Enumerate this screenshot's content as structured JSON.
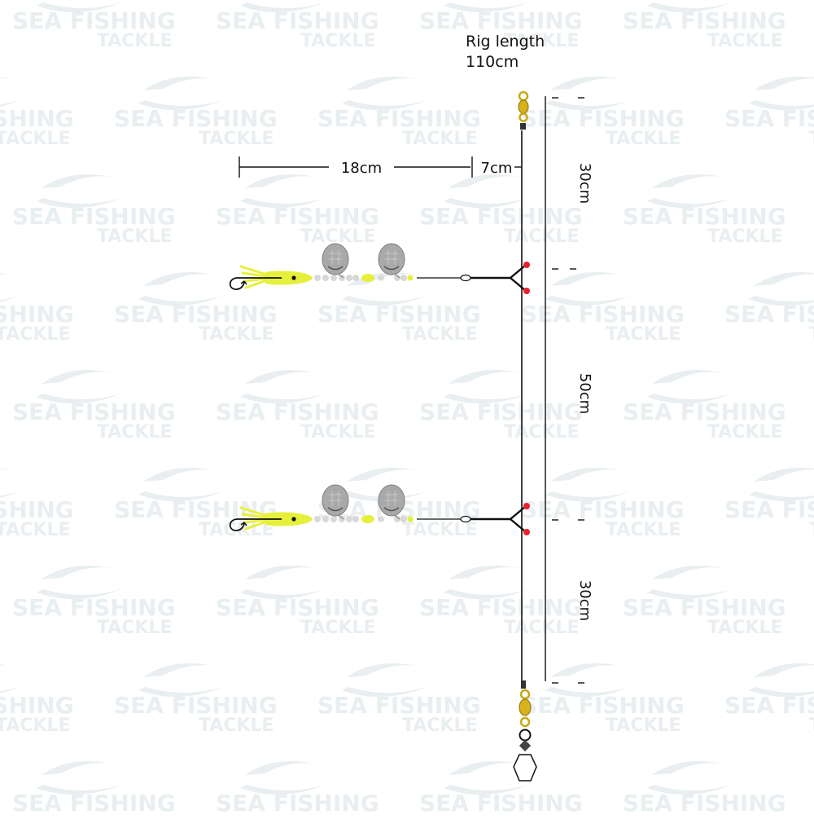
{
  "diagram": {
    "rig_length": {
      "title": "Rig length",
      "value": "110cm"
    },
    "snood_lengths": {
      "main": "18cm",
      "boom": "7cm"
    },
    "sections": [
      {
        "label": "30cm"
      },
      {
        "label": "50cm"
      },
      {
        "label": "30cm"
      }
    ]
  },
  "watermark": {
    "line1": "SEA FISHING",
    "line2": "TACKLE"
  },
  "colors": {
    "line": "#111111",
    "bead_red": "#e8202a",
    "blade": "#a9a9a9",
    "lumo_yellow": "#e6f03a",
    "brass": "#d7b21a",
    "watermark": "#e9eef1"
  }
}
